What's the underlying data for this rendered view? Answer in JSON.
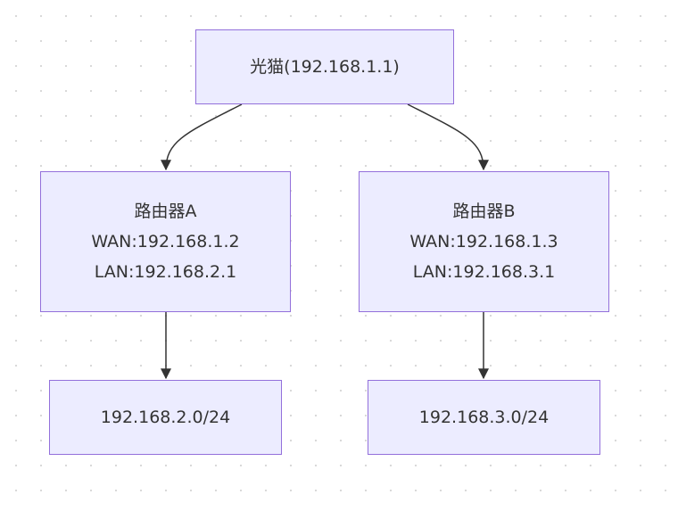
{
  "nodes": {
    "modem": {
      "label": "光猫(192.168.1.1)"
    },
    "router_a": {
      "name": "路由器A",
      "wan": "WAN:192.168.1.2",
      "lan": "LAN:192.168.2.1"
    },
    "router_b": {
      "name": "路由器B",
      "wan": "WAN:192.168.1.3",
      "lan": "LAN:192.168.3.1"
    },
    "subnet_a": {
      "label": "192.168.2.0/24"
    },
    "subnet_b": {
      "label": "192.168.3.0/24"
    }
  },
  "edges": [
    {
      "from": "modem",
      "to": "router_a"
    },
    {
      "from": "modem",
      "to": "router_b"
    },
    {
      "from": "router_a",
      "to": "subnet_a"
    },
    {
      "from": "router_b",
      "to": "subnet_b"
    }
  ],
  "colors": {
    "node_fill": "#ececff",
    "node_border": "#9370db",
    "edge": "#333333",
    "text": "#333333",
    "dot_grid": "#d9d9d9"
  }
}
